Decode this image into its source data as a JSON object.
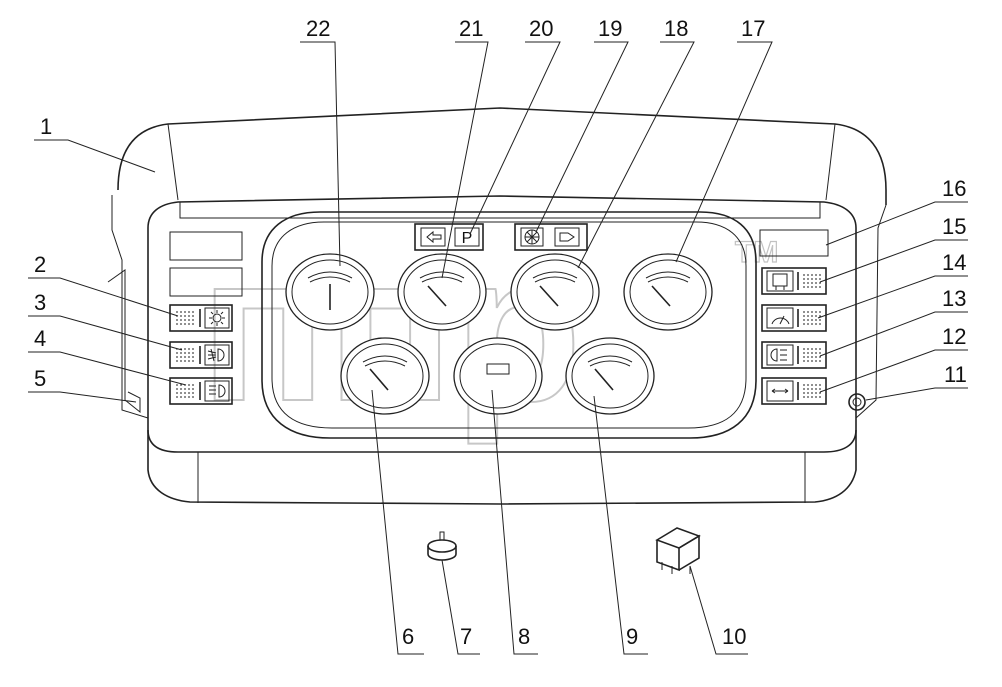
{
  "callouts": [
    {
      "id": "1",
      "text": "1"
    },
    {
      "id": "2",
      "text": "2"
    },
    {
      "id": "3",
      "text": "3"
    },
    {
      "id": "4",
      "text": "4"
    },
    {
      "id": "5",
      "text": "5"
    },
    {
      "id": "6",
      "text": "6"
    },
    {
      "id": "7",
      "text": "7"
    },
    {
      "id": "8",
      "text": "8"
    },
    {
      "id": "9",
      "text": "9"
    },
    {
      "id": "10",
      "text": "10"
    },
    {
      "id": "11",
      "text": "11"
    },
    {
      "id": "12",
      "text": "12"
    },
    {
      "id": "13",
      "text": "13"
    },
    {
      "id": "14",
      "text": "14"
    },
    {
      "id": "15",
      "text": "15"
    },
    {
      "id": "16",
      "text": "16"
    },
    {
      "id": "17",
      "text": "17"
    },
    {
      "id": "18",
      "text": "18"
    },
    {
      "id": "19",
      "text": "19"
    },
    {
      "id": "20",
      "text": "20"
    },
    {
      "id": "21",
      "text": "21"
    },
    {
      "id": "22",
      "text": "22"
    }
  ],
  "indicators": {
    "parking": "P"
  },
  "watermark": {
    "text": "ппр",
    "mark": "TM"
  }
}
